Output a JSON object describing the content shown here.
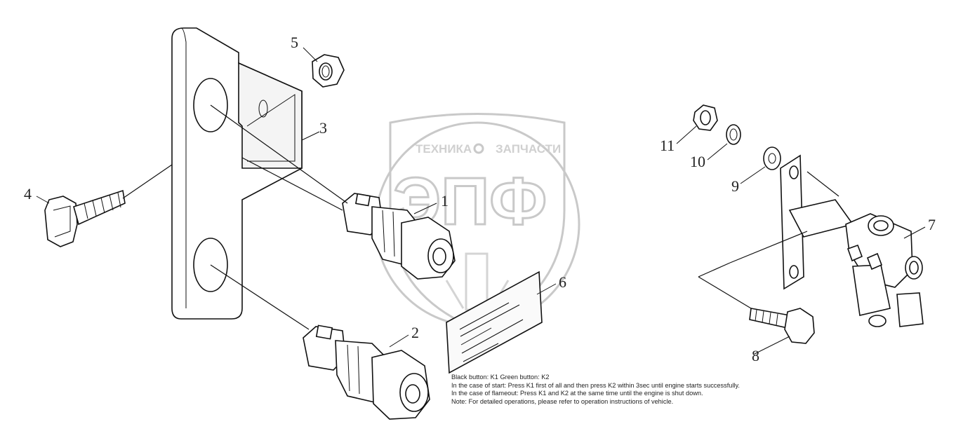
{
  "watermark": {
    "top_text_left": "ТЕХНИКА",
    "top_text_right": "ЗАПЧАСТИ",
    "monogram": "ЭПФ"
  },
  "callouts": [
    "1",
    "2",
    "3",
    "4",
    "5",
    "6",
    "7",
    "8",
    "9",
    "10",
    "11"
  ],
  "plate_text": [
    "Black button: K1 Green button: K2",
    "In the case of start: Press K1 first of all and then press K2 within 3sec until engine starts successfully.",
    "In the case of flameout: Press K1 and K2 at the same time until the engine is shut down."
  ],
  "note_lines": [
    "Black button: K1 Green button: K2",
    "In the case of start: Press K1 first of all and then press K2 within 3sec until engine starts successfully.",
    "In the case of flameout: Press K1 and K2 at the same time until the engine is shut down.",
    "Note: For detailed operations, please refer to operation instructions of vehicle."
  ]
}
